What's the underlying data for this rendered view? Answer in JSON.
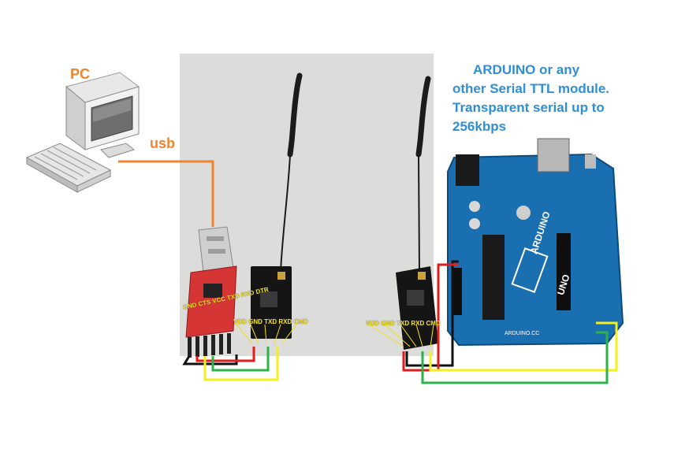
{
  "labels": {
    "pc": "PC",
    "usb": "usb",
    "arduino_lines": [
      "ARDUINO or any",
      "other Serial TTL module.",
      "Transparent serial up to",
      "256kbps"
    ]
  },
  "usb_adapter_pins": "GND CTS VCC TXD RXD DTR",
  "radio_module_left_pins": "VDD GND TXD RXD CMD",
  "radio_module_right_pins": "VDD GND TXD RXD CMD",
  "board": {
    "brand": "ARDUINO",
    "model": "UNO",
    "site": "ARDUINO.CC"
  },
  "colors": {
    "label_orange": "#f0842f",
    "title_blue": "#2e8fd6",
    "board_blue": "#1a6fb0",
    "wire_red": "#e41b1b",
    "wire_yellow": "#f4ef1e",
    "wire_green": "#2db24a",
    "wire_black": "#111111"
  }
}
